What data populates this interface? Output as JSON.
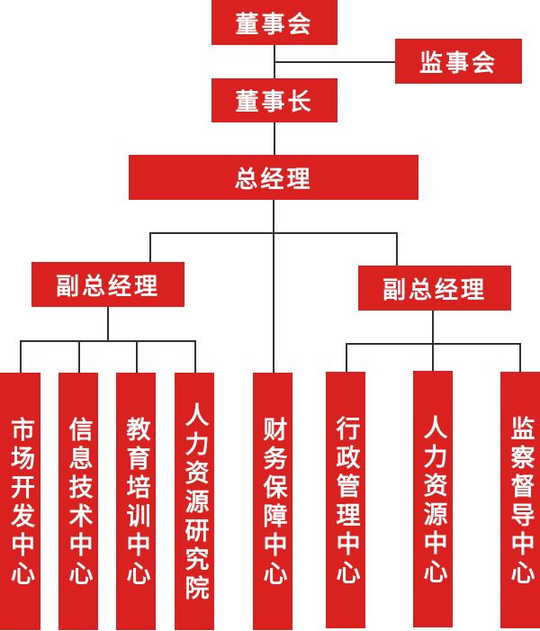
{
  "org_chart": {
    "board": "董事会",
    "supervisory_board": "监事会",
    "chairman": "董事长",
    "general_manager": "总经理",
    "vp_left": "副总经理",
    "vp_right": "副总经理",
    "departments": [
      "市场开发中心",
      "信息技术中心",
      "教育培训中心",
      "人力资源研究院",
      "财务保障中心",
      "行政管理中心",
      "人力资源中心",
      "监察督导中心"
    ]
  },
  "colors": {
    "box": "#d9221f",
    "text": "#ffffff",
    "line": "#333333"
  }
}
